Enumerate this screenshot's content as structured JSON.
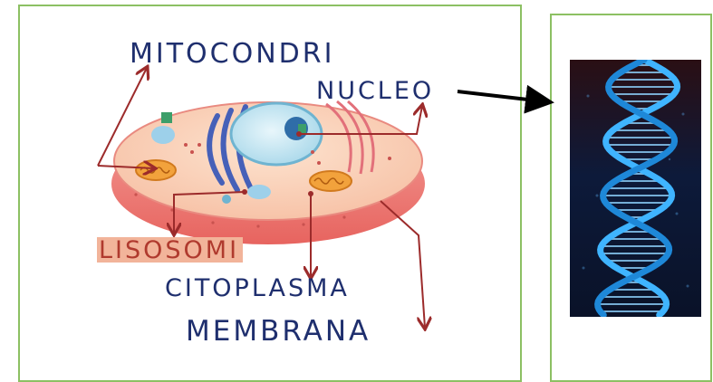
{
  "labels": {
    "mitocondri": "MITOCONDRI",
    "nucleo": "NUCLEO",
    "lisosomi": "LISOSOMI",
    "citoplasma": "CITOPLASMA",
    "membrana": "MEMBRANA"
  },
  "colors": {
    "panel_border": "#8cc063",
    "label_text": "#1f2f6e",
    "label_highlight": "#f2b49a",
    "arrow_red": "#9c2b2b",
    "arrow_black": "#000000",
    "dna_blue": "#3fb4ff",
    "dna_background": "#0a1228"
  },
  "images": [
    "animal-cell-illustration",
    "dna-double-helix"
  ]
}
